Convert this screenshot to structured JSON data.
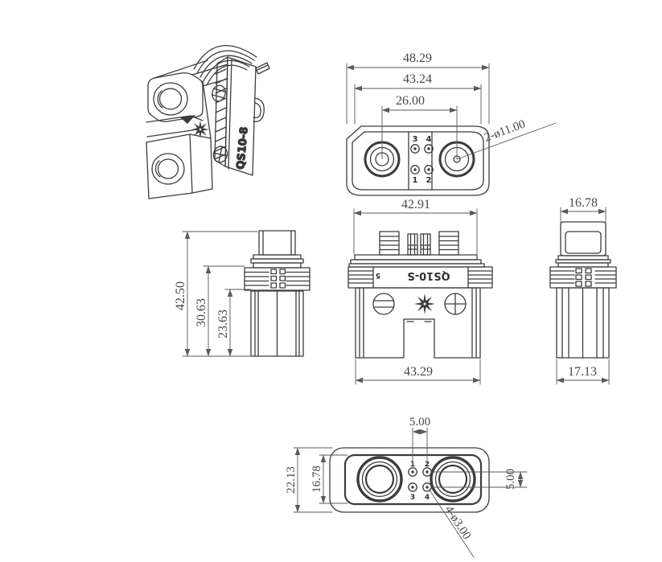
{
  "title": "QS10-S connector engineering drawing",
  "colors": {
    "background": "#ffffff",
    "line": "#3c3c3c",
    "dimension": "#5a5a5a"
  },
  "isometric_view": {
    "marking": "QS10-8"
  },
  "top_view": {
    "dim_overall_width": "48.29",
    "dim_inner_width": "43.24",
    "dim_hole_spacing": "26.00",
    "hole_callout": "2-ø11.00",
    "pin_labels": [
      "3",
      "4",
      "1",
      "2"
    ]
  },
  "side_view_left": {
    "dim_total_height": "42.50",
    "dim_mid_height": "30.63",
    "dim_body_height": "23.63"
  },
  "front_view": {
    "dim_top_width": "42.91",
    "dim_bottom_width": "43.29",
    "marking": "QS10-S",
    "marking_small": "5"
  },
  "side_view_right": {
    "dim_top_width": "16.78",
    "dim_bottom_width": "17.13"
  },
  "bottom_view": {
    "dim_pin_spacing_top": "5.00",
    "dim_outer_height": "22.13",
    "dim_inner_height": "16.78",
    "dim_pin_spacing_right": "5.00",
    "hole_callout": "4-ø3.00",
    "pin_labels": [
      "1",
      "2",
      "3",
      "4"
    ]
  }
}
